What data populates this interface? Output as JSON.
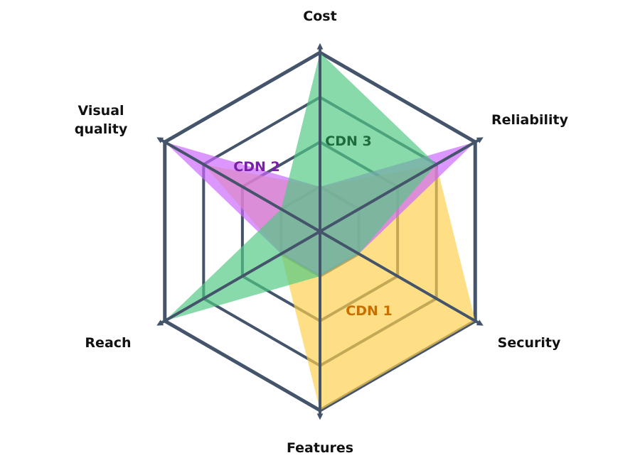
{
  "chart_data": {
    "type": "radar",
    "axes": [
      "Cost",
      "Reliability",
      "Security",
      "Features",
      "Reach",
      "Visual quality"
    ],
    "axis_label_lines": [
      [
        "Cost"
      ],
      [
        "Reliability"
      ],
      [
        "Security"
      ],
      [
        "Features"
      ],
      [
        "Reach"
      ],
      [
        "Visual",
        "quality"
      ]
    ],
    "rings": [
      1,
      2,
      3,
      4
    ],
    "series": [
      {
        "name": "CDN 1",
        "values": [
          1,
          3,
          4,
          4,
          1,
          3
        ],
        "color": "#ffd04d",
        "label_color": "#c86f00"
      },
      {
        "name": "CDN 2",
        "values": [
          1,
          4,
          1,
          1,
          1,
          4
        ],
        "color": "#cc66ff",
        "label_color": "#7a1fa8"
      },
      {
        "name": "CDN 3",
        "values": [
          4,
          3,
          1,
          1,
          4,
          1
        ],
        "color": "#4fc983",
        "label_color": "#1e6b3c"
      }
    ],
    "grid_color": "#44546a"
  }
}
